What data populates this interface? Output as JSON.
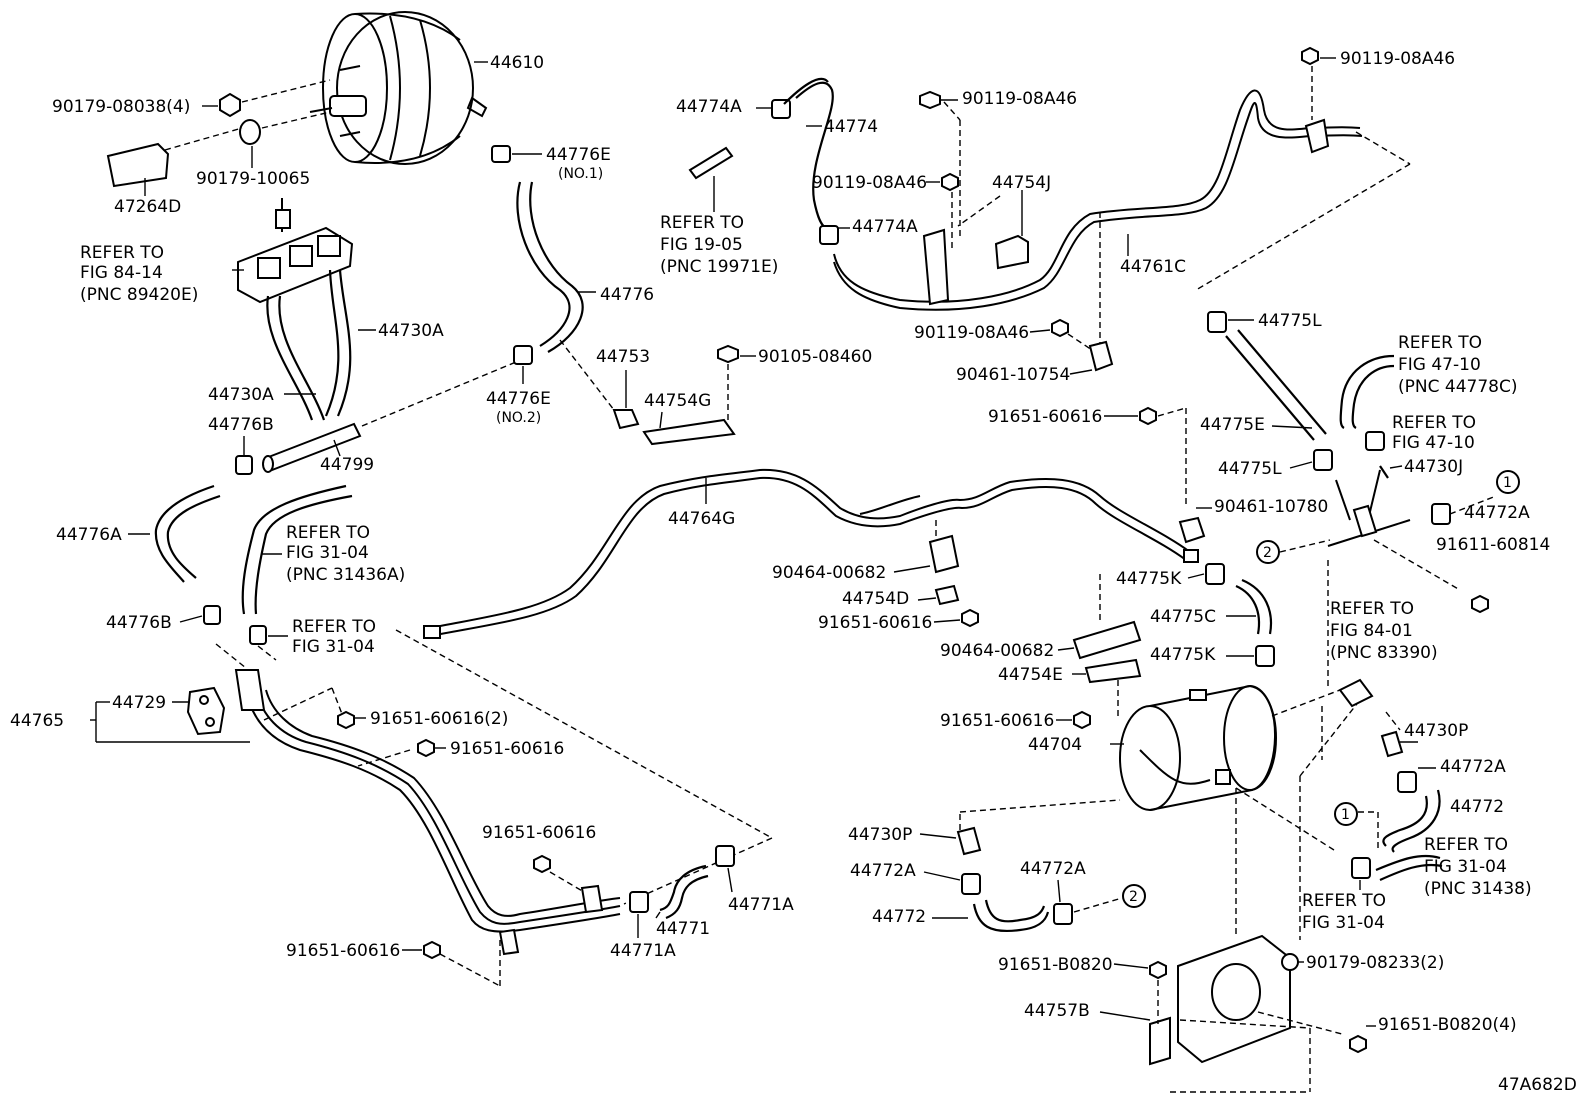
{
  "diagram_id": "47A682D",
  "part_numbers": {
    "p44610": "44610",
    "p90179_08038": "90179-08038(4)",
    "p90179_10065": "90179-10065",
    "p47264D": "47264D",
    "p44776E_1": "44776E",
    "p44776E_1_note": "(NO.1)",
    "p44776": "44776",
    "p44730A_1": "44730A",
    "p44730A_2": "44730A",
    "p44776B_1": "44776B",
    "p44799": "44799",
    "p44776E_2": "44776E",
    "p44776E_2_note": "(NO.2)",
    "p44753": "44753",
    "p44754G": "44754G",
    "p90105_08460": "90105-08460",
    "p44774A_1": "44774A",
    "p44774": "44774",
    "p44774A_2": "44774A",
    "p90119_08A46_1": "90119-08A46",
    "p90119_08A46_2": "90119-08A46",
    "p90119_08A46_3": "90119-08A46",
    "p90119_08A46_4": "90119-08A46",
    "p44754J": "44754J",
    "p44761C": "44761C",
    "p90461_10754": "90461-10754",
    "p44775L_1": "44775L",
    "p44775E": "44775E",
    "p44775L_2": "44775L",
    "p44730J": "44730J",
    "p44772A_1": "44772A",
    "p91611_60814": "91611-60814",
    "p91651_60616_a": "91651-60616",
    "p90461_10780": "90461-10780",
    "p44764G": "44764G",
    "p44776A": "44776A",
    "p44776B_2": "44776B",
    "p90464_00682_1": "90464-00682",
    "p44754D": "44754D",
    "p91651_60616_b": "91651-60616",
    "p44775K_1": "44775K",
    "p44775C": "44775C",
    "p44775K_2": "44775K",
    "p90464_00682_2": "90464-00682",
    "p44754E": "44754E",
    "p91651_60616_c": "91651-60616",
    "p44704": "44704",
    "p44730P_1": "44730P",
    "p44772A_2": "44772A",
    "p44772_1": "44772",
    "p44765": "44765",
    "p44729": "44729",
    "p91651_60616_2": "91651-60616(2)",
    "p91651_60616_d": "91651-60616",
    "p91651_60616_e": "91651-60616",
    "p91651_60616_f": "91651-60616",
    "p44771": "44771",
    "p44771A_1": "44771A",
    "p44771A_2": "44771A",
    "p44730P_2": "44730P",
    "p44772A_3": "44772A",
    "p44772A_4": "44772A",
    "p44772_2": "44772",
    "p90179_08233": "90179-08233(2)",
    "p91651_B0820": "91651-B0820",
    "p44757B": "44757B",
    "p91651_B0820_4": "91651-B0820(4)"
  },
  "references": {
    "ref_84_14": [
      "REFER TO",
      "FIG 84-14",
      "(PNC 89420E)"
    ],
    "ref_19_05": [
      "REFER TO",
      "FIG 19-05",
      "(PNC 19971E)"
    ],
    "ref_31_04_a": [
      "REFER TO",
      "FIG 31-04",
      "(PNC 31436A)"
    ],
    "ref_31_04_b": [
      "REFER TO",
      "FIG 31-04"
    ],
    "ref_47_10_a": [
      "REFER TO",
      "FIG 47-10",
      "(PNC 44778C)"
    ],
    "ref_47_10_b": [
      "REFER TO",
      "FIG 47-10"
    ],
    "ref_84_01": [
      "REFER TO",
      "FIG 84-01",
      "(PNC 83390)"
    ],
    "ref_31_04_c": [
      "REFER TO",
      "FIG 31-04",
      "(PNC 31438)"
    ],
    "ref_31_04_d": [
      "REFER TO",
      "FIG 31-04"
    ]
  },
  "markers": {
    "circle_1": "1",
    "circle_2": "2"
  }
}
